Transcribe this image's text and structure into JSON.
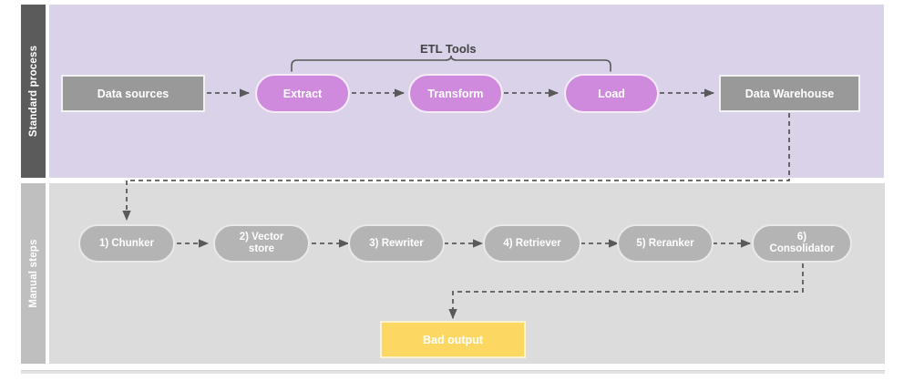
{
  "diagram": {
    "title": "ETL standard process and manual RAG steps",
    "colors": {
      "lane_top_band": "#d9d2e9",
      "lane_top_label": "#5b5b5b",
      "lane_bottom_band": "#dcdcdc",
      "lane_bottom_label": "#bfbfbf",
      "node_gray": "#999999",
      "node_purple": "#cf8ade",
      "node_pill_gray": "#b4b4b4",
      "node_warning": "#fcd862",
      "connector": "#595959",
      "text_dark": "#434343",
      "text_light": "#ffffff"
    }
  },
  "lanes": [
    {
      "id": "standard-process",
      "label": "Standard process"
    },
    {
      "id": "manual-steps",
      "label": "Manual steps"
    }
  ],
  "top_row": {
    "bracket_label": "ETL Tools",
    "nodes": [
      {
        "id": "data-sources",
        "label": "Data sources",
        "shape": "rect",
        "color": "#999999"
      },
      {
        "id": "extract",
        "label": "Extract",
        "shape": "pill",
        "color": "#cf8ade"
      },
      {
        "id": "transform",
        "label": "Transform",
        "shape": "pill",
        "color": "#cf8ade"
      },
      {
        "id": "load",
        "label": "Load",
        "shape": "pill",
        "color": "#cf8ade"
      },
      {
        "id": "data-warehouse",
        "label": "Data Warehouse",
        "shape": "rect",
        "color": "#999999"
      }
    ]
  },
  "bottom_row": {
    "nodes": [
      {
        "id": "chunker",
        "label": "1) Chunker",
        "shape": "pill",
        "color": "#b4b4b4"
      },
      {
        "id": "vector-store",
        "label": "2) Vector\nstore",
        "line1": "2) Vector",
        "line2": "store",
        "shape": "pill",
        "color": "#b4b4b4"
      },
      {
        "id": "rewriter",
        "label": "3) Rewriter",
        "shape": "pill",
        "color": "#b4b4b4"
      },
      {
        "id": "retriever",
        "label": "4) Retriever",
        "shape": "pill",
        "color": "#b4b4b4"
      },
      {
        "id": "reranker",
        "label": "5) Reranker",
        "shape": "pill",
        "color": "#b4b4b4"
      },
      {
        "id": "consolidator",
        "label": "6)\nConsolidator",
        "line1": "6)",
        "line2": "Consolidator",
        "shape": "pill",
        "color": "#b4b4b4"
      }
    ],
    "output": {
      "id": "bad-output",
      "label": "Bad output",
      "shape": "rect",
      "color": "#fcd862"
    }
  },
  "edges": [
    {
      "from": "data-sources",
      "to": "extract",
      "style": "dashed-arrow"
    },
    {
      "from": "extract",
      "to": "transform",
      "style": "dashed-arrow"
    },
    {
      "from": "transform",
      "to": "load",
      "style": "dashed-arrow"
    },
    {
      "from": "load",
      "to": "data-warehouse",
      "style": "dashed-arrow"
    },
    {
      "from": "data-warehouse",
      "to": "chunker",
      "style": "dashed-arrow-elbow"
    },
    {
      "from": "chunker",
      "to": "vector-store",
      "style": "dashed-arrow"
    },
    {
      "from": "vector-store",
      "to": "rewriter",
      "style": "dashed-arrow"
    },
    {
      "from": "rewriter",
      "to": "retriever",
      "style": "dashed-arrow"
    },
    {
      "from": "retriever",
      "to": "reranker",
      "style": "dashed-arrow"
    },
    {
      "from": "reranker",
      "to": "consolidator",
      "style": "dashed-arrow"
    },
    {
      "from": "consolidator",
      "to": "bad-output",
      "style": "dashed-arrow-elbow"
    }
  ]
}
